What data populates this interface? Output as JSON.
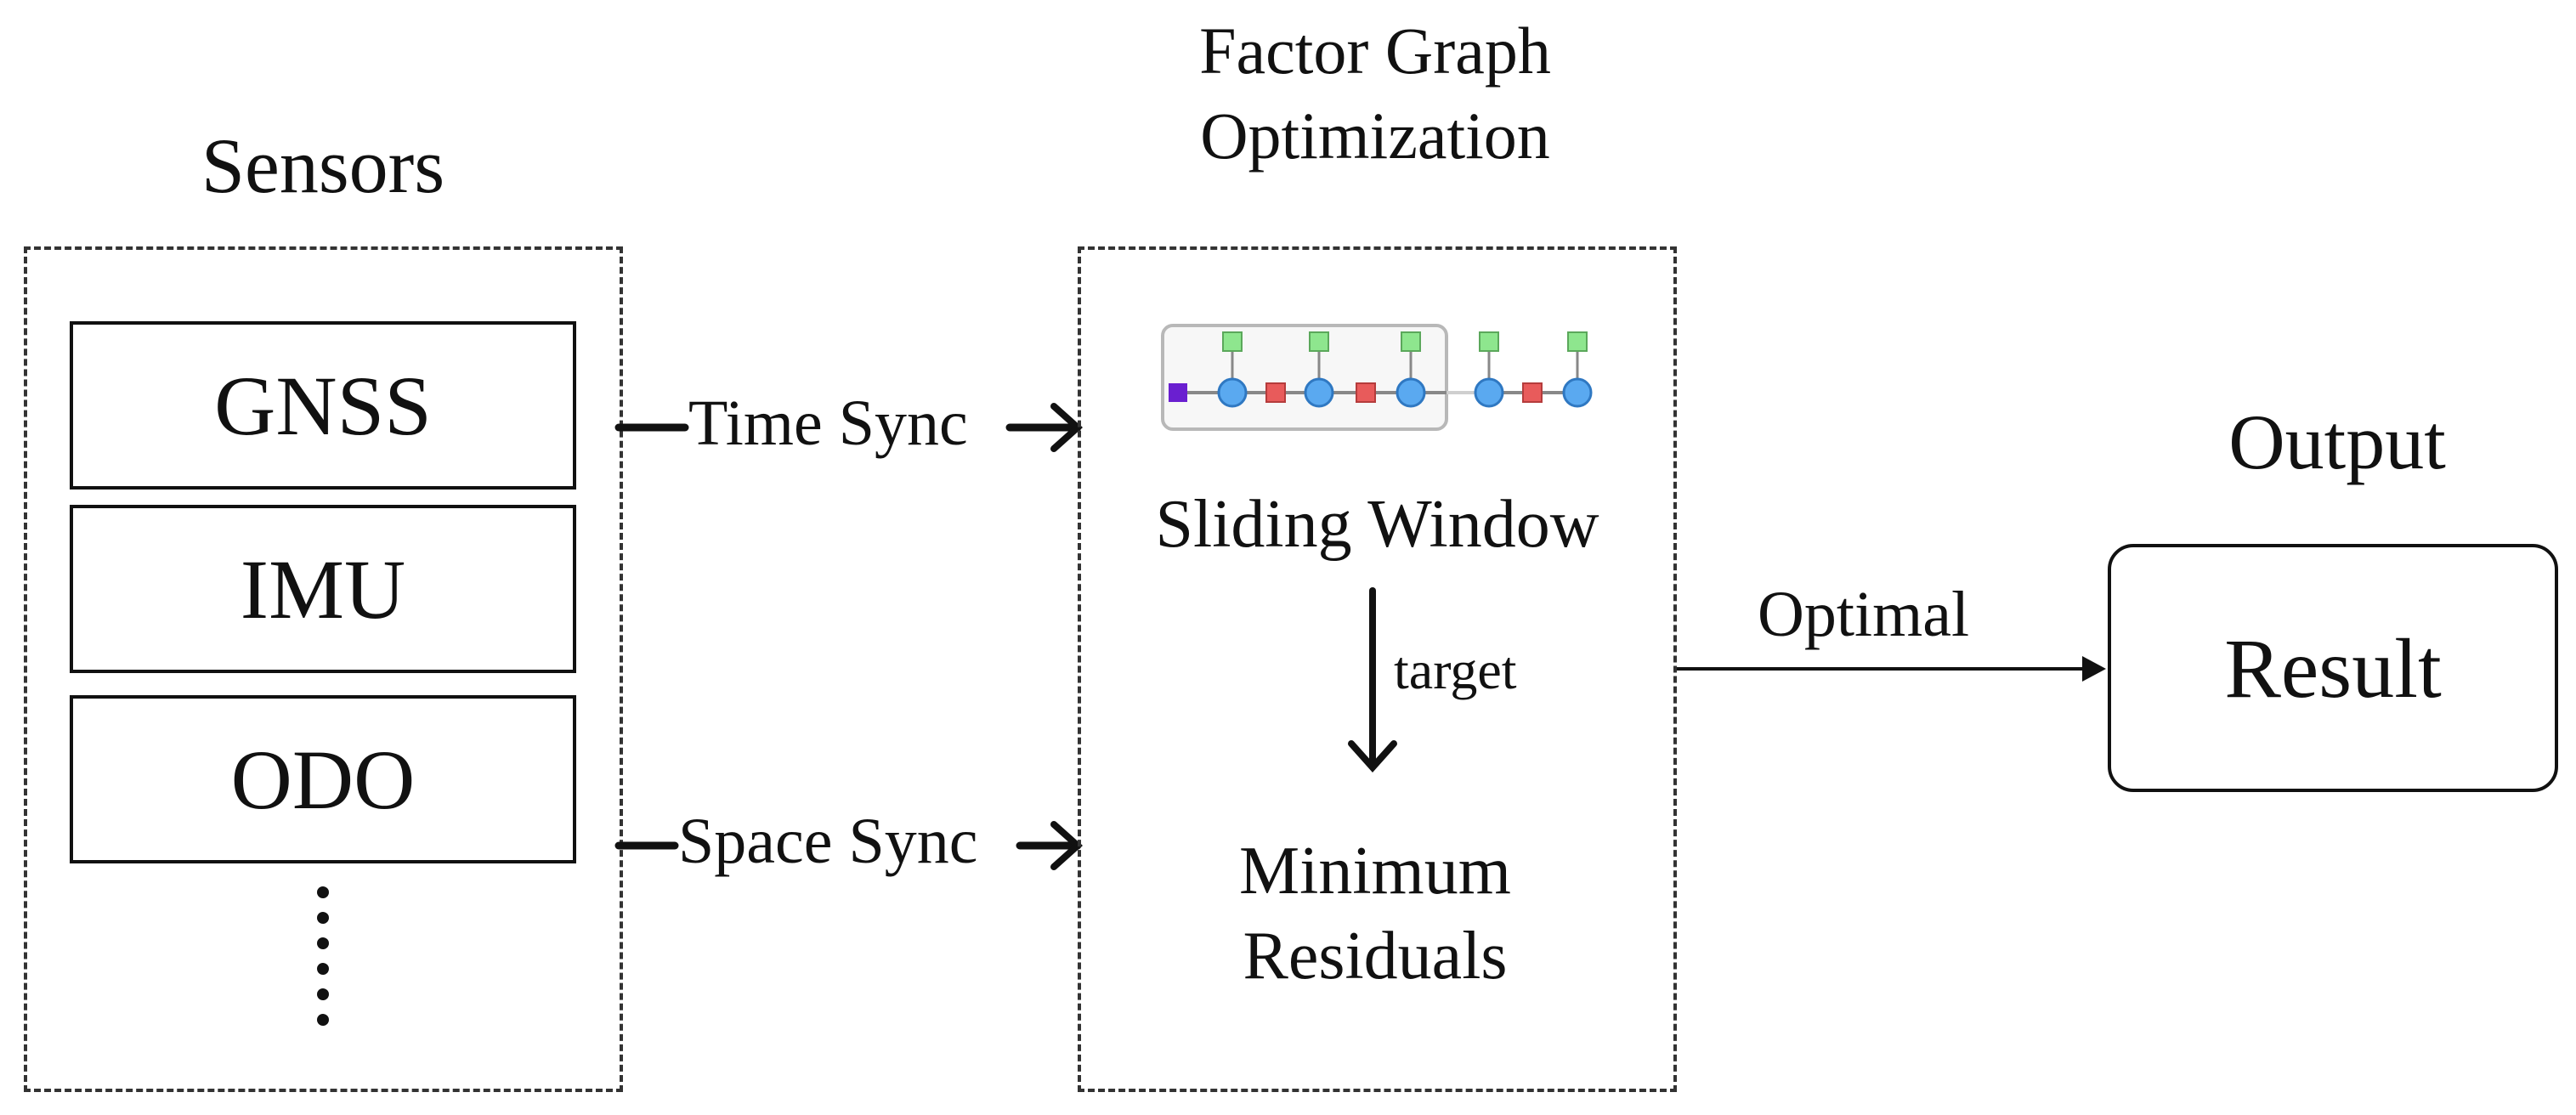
{
  "sensors": {
    "title": "Sensors",
    "items": [
      "GNSS",
      "IMU",
      "ODO"
    ],
    "more": "⋮"
  },
  "sync": {
    "time": "Time Sync",
    "space": "Space Sync"
  },
  "optimization": {
    "title_line1": "Factor Graph",
    "title_line2": "Optimization",
    "window": "Sliding Window",
    "arrow_label": "target",
    "result_line1": "Minimum",
    "result_line2": "Residuals"
  },
  "output": {
    "title": "Output",
    "arrow_label": "Optimal",
    "box": "Result"
  },
  "colors": {
    "variable_node": "#5aa9f0",
    "factor_node": "#e85b5b",
    "unary_factor": "#8ee68e",
    "prior_factor": "#6a1fd0"
  }
}
